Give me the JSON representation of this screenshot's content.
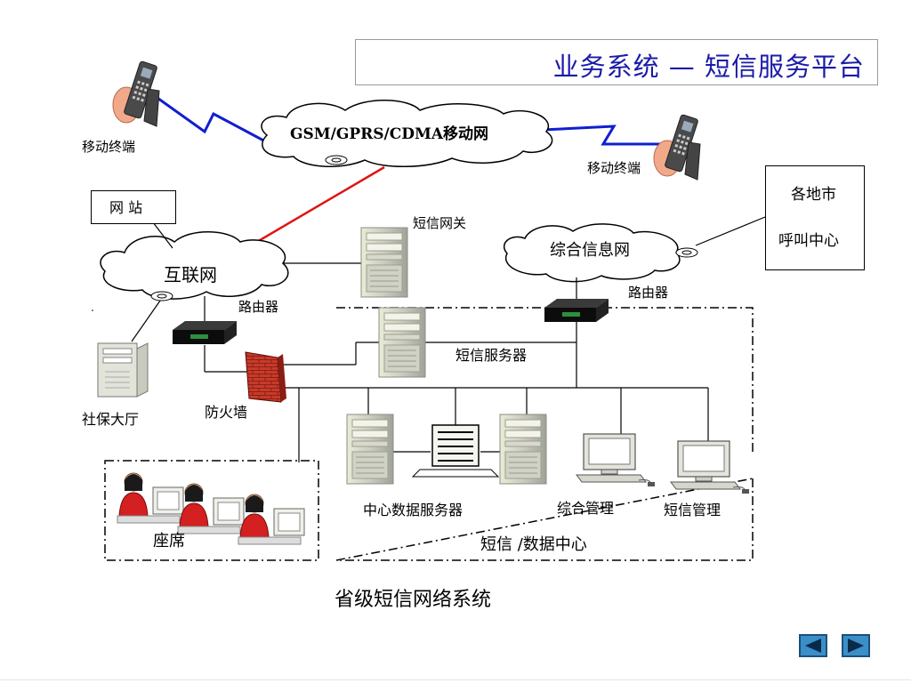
{
  "title": "业务系统 — 短信服务平台",
  "caption": "省级短信网络系统",
  "nodes": {
    "mobile_network": "GSM/GPRS/CDMA移动网",
    "mobile_terminal_left": "移动终端",
    "mobile_terminal_right": "移动终端",
    "website": "网  站",
    "sms_gateway": "短信网关",
    "internet": "互联网",
    "router_left": "路由器",
    "router_right": "路由器",
    "integrated_info_net": "综合信息网",
    "call_center_line1": "各地市",
    "call_center_line2": "呼叫中心",
    "sms_server": "短信服务器",
    "social_security_hall": "社保大厅",
    "firewall": "防火墙",
    "central_data_server": "中心数据服务器",
    "integrated_management": "综合管理",
    "sms_management": "短信管理",
    "data_center": "短信 /数据中心",
    "seats": "座席"
  },
  "navigation": {
    "prev_icon": "triangle-left-icon",
    "next_icon": "triangle-right-icon"
  },
  "colors": {
    "title": "#1a1aa8",
    "wireless_link": "#0f1fcf",
    "internet_link": "#e01414",
    "nav_button": "#3a8fc8"
  }
}
